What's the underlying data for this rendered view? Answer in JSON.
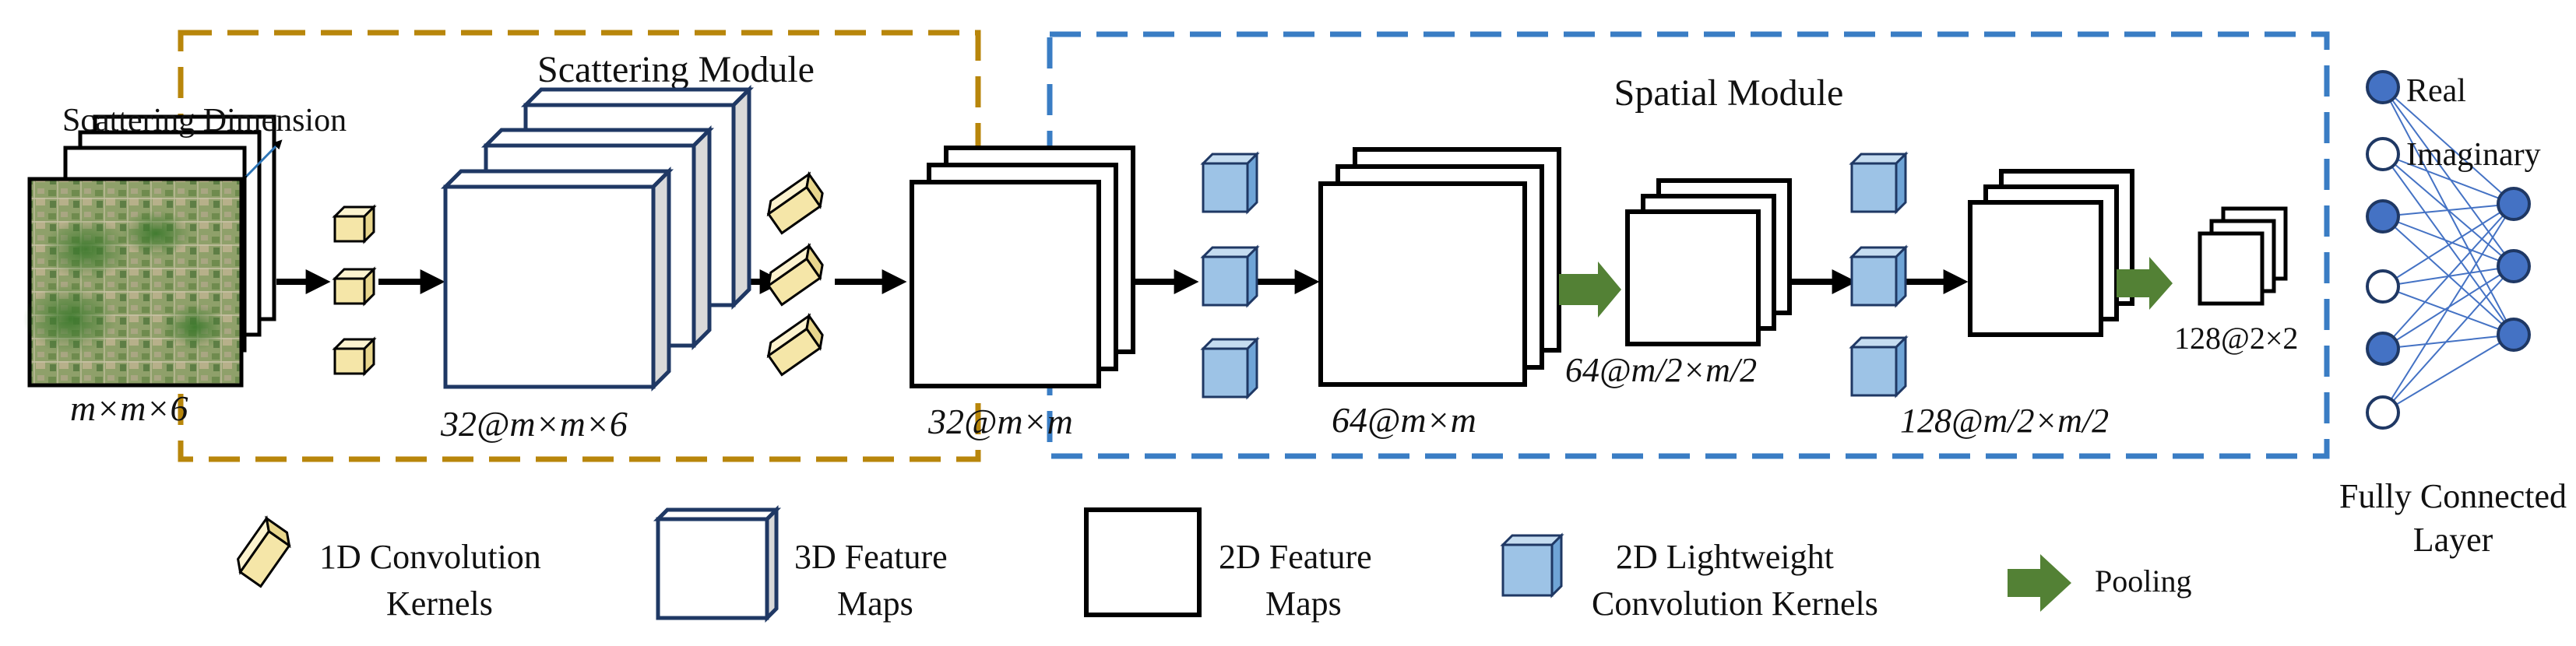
{
  "modules": {
    "scattering": "Scattering Module",
    "spatial": "Spatial Module"
  },
  "labels": {
    "scattering_dimension": "Scattering Dimension",
    "input_dims": "m×m×6",
    "scatter_feat": "32@m×m×6",
    "feat_32": "32@m×m",
    "feat_64": "64@m×m",
    "feat_64_half": "64@m/2×m/2",
    "feat_128_half": "128@m/2×m/2",
    "feat_128_2": "128@2×2"
  },
  "fc": {
    "real": "Real",
    "imaginary": "Imaginary",
    "layer_line1": "Fully Connected",
    "layer_line2": "Layer"
  },
  "legend": {
    "conv1d_line1": "1D Convolution",
    "conv1d_line2": "Kernels",
    "fm3d_line1": "3D Feature",
    "fm3d_line2": "Maps",
    "fm2d_line1": "2D Feature",
    "fm2d_line2": "Maps",
    "lwconv_line1": "2D Lightweight",
    "lwconv_line2": "Convolution Kernels",
    "pooling": "Pooling"
  },
  "colors": {
    "scattering_border": "#B8860B",
    "spatial_border": "#3A7DC4",
    "kernel_1d": "#F5E6A8",
    "kernel_2d": "#9DC3E6",
    "pool_arrow": "#538135",
    "fc_node_fill": "#4472C4",
    "fc_edge": "#4472C4",
    "map3d_side": "#D9D9D9",
    "map3d_border": "#1F3864"
  }
}
